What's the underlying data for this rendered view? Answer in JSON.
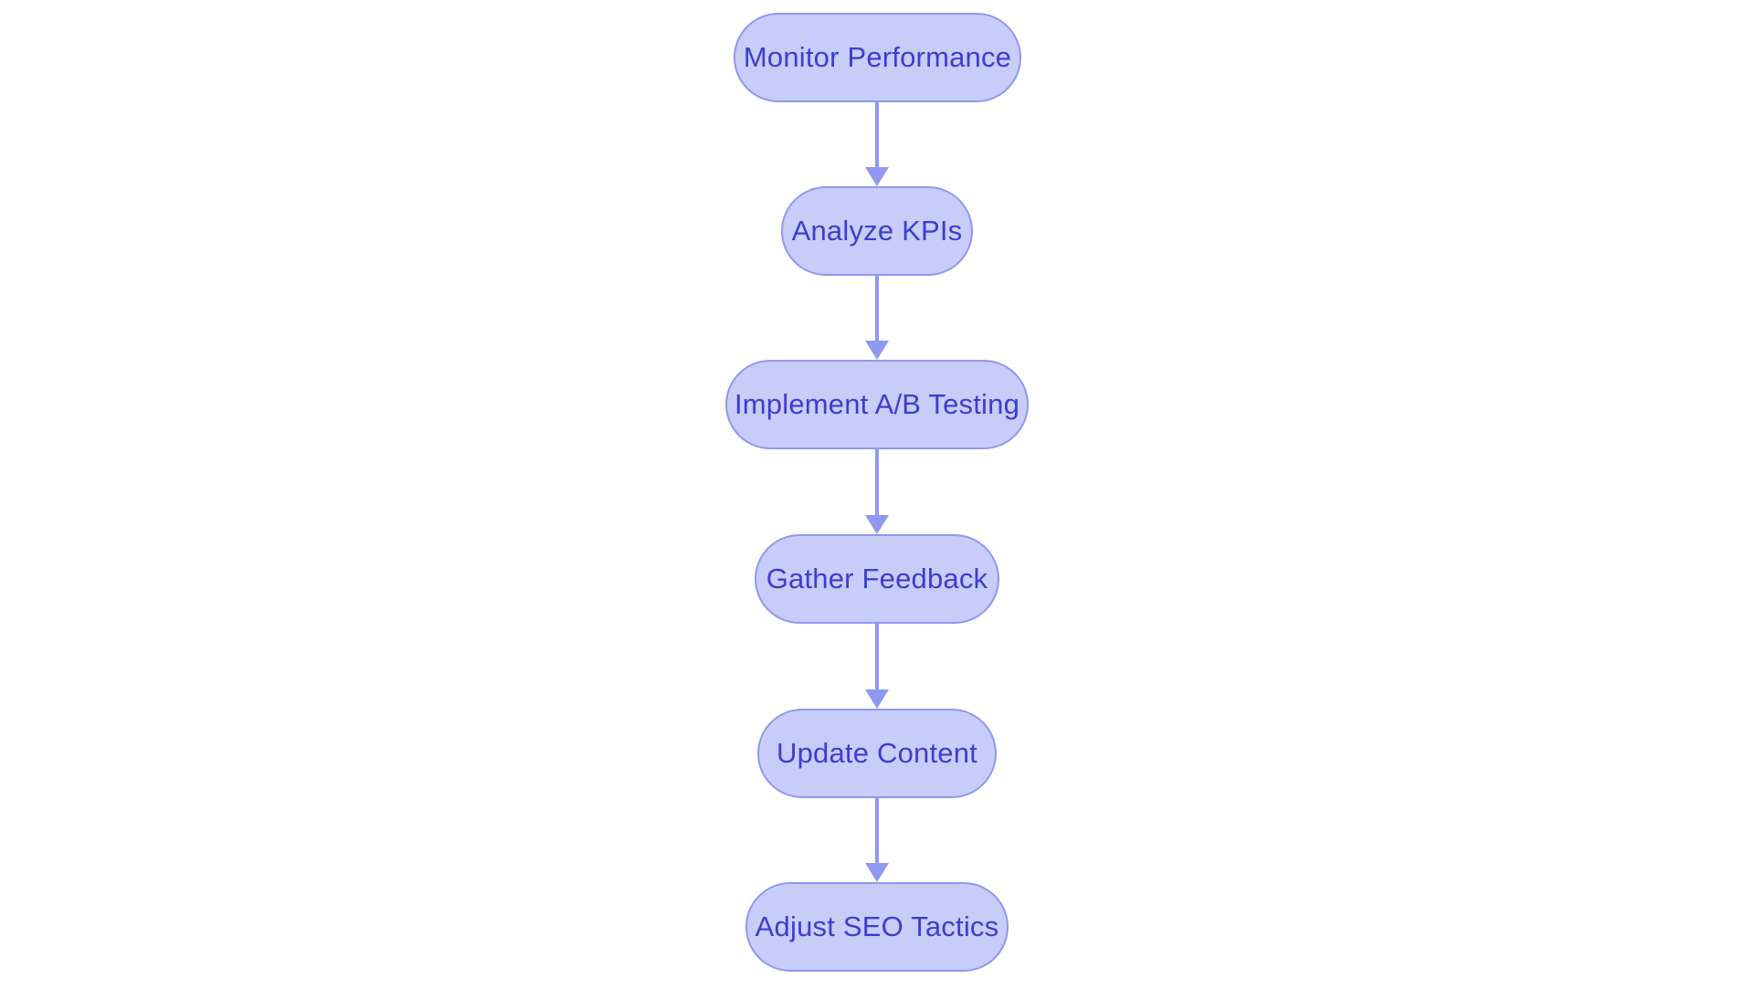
{
  "diagram": {
    "type": "flowchart",
    "orientation": "top-down",
    "colors": {
      "background": "#ffffff",
      "node_fill": "#c8ccf8",
      "node_border": "#8e98f0",
      "node_text": "#3c3ecf",
      "arrow": "#8f99f0"
    },
    "nodes": [
      {
        "id": "monitor-performance",
        "label": "Monitor Performance",
        "shape": "stadium"
      },
      {
        "id": "analyze-kpis",
        "label": "Analyze KPIs",
        "shape": "stadium"
      },
      {
        "id": "implement-ab-testing",
        "label": "Implement A/B Testing",
        "shape": "stadium"
      },
      {
        "id": "gather-feedback",
        "label": "Gather Feedback",
        "shape": "stadium"
      },
      {
        "id": "update-content",
        "label": "Update Content",
        "shape": "stadium"
      },
      {
        "id": "adjust-seo-tactics",
        "label": "Adjust SEO Tactics",
        "shape": "stadium"
      }
    ],
    "edges": [
      {
        "from": "monitor-performance",
        "to": "analyze-kpis",
        "style": "arrow"
      },
      {
        "from": "analyze-kpis",
        "to": "implement-ab-testing",
        "style": "arrow"
      },
      {
        "from": "implement-ab-testing",
        "to": "gather-feedback",
        "style": "arrow"
      },
      {
        "from": "gather-feedback",
        "to": "update-content",
        "style": "arrow"
      },
      {
        "from": "update-content",
        "to": "adjust-seo-tactics",
        "style": "arrow"
      }
    ]
  }
}
